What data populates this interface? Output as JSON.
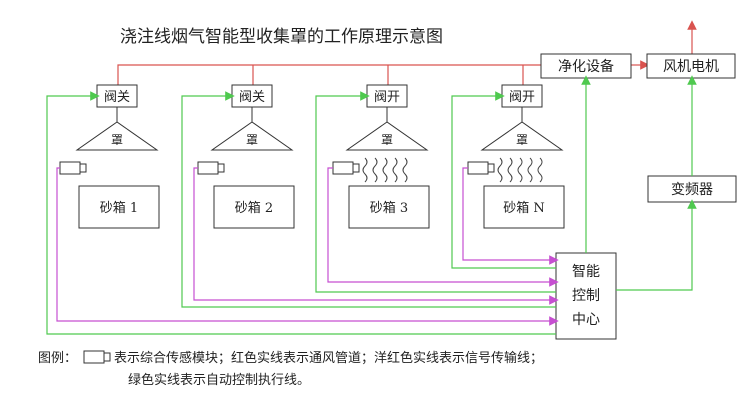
{
  "title": "浇注线烟气智能型收集罩的工作原理示意图",
  "valves": [
    "阀关",
    "阀关",
    "阀开",
    "阀开"
  ],
  "hood_label": "罩",
  "sand_boxes": [
    "砂箱 1",
    "砂箱 2",
    "砂箱 3",
    "砂箱 N"
  ],
  "purifier": "净化设备",
  "fan_motor": "风机电机",
  "inverter": "变频器",
  "control_center": [
    "智能",
    "控制",
    "中心"
  ],
  "legend": {
    "prefix": "图例：",
    "line1": "表示综合传感模块；红色实线表示通风管道；洋红色实线表示信号传输线；",
    "line2": "绿色实线表示自动控制执行线。"
  },
  "colors": {
    "duct": "#d9534f",
    "signal": "#c64fd1",
    "control": "#4fc94f",
    "box": "#333333"
  }
}
